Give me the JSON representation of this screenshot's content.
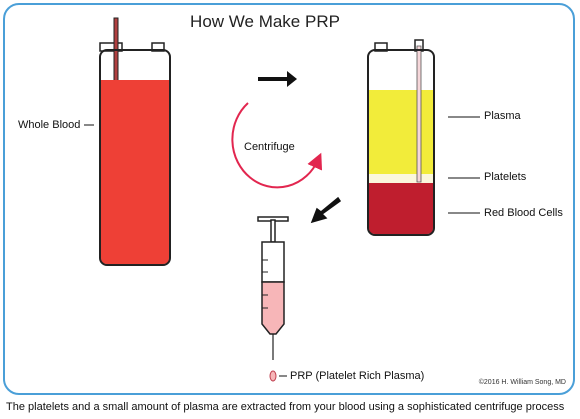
{
  "title": "How We Make PRP",
  "labels": {
    "whole_blood": "Whole Blood",
    "centrifuge": "Centrifuge",
    "plasma": "Plasma",
    "platelets": "Platelets",
    "red_blood_cells": "Red Blood Cells",
    "prp": "PRP (Platelet Rich Plasma)"
  },
  "copyright": "©2016 H. William Song, MD",
  "caption": "The platelets and a small amount of plasma are extracted from your blood using a sophisticated centrifuge process",
  "colors": {
    "frame": "#4a9fd8",
    "whole_blood": "#ee4036",
    "plasma": "#f2ec3a",
    "red_blood_cells": "#bf1e2e",
    "prp": "#f7b6b8",
    "centrifuge_arrow": "#e2264f"
  }
}
